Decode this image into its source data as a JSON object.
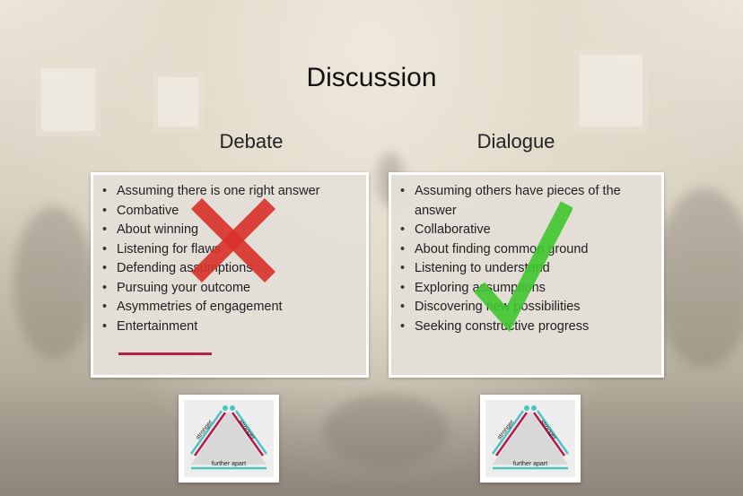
{
  "slide": {
    "title": "Discussion",
    "debate": {
      "heading": "Debate",
      "items": [
        "Assuming there is one right answer",
        "Combative",
        "About winning",
        "Listening for flaws",
        "Defending assumptions",
        "Pursuing your outcome",
        "Asymmetries of engagement",
        "Entertainment"
      ],
      "mark_icon": "red-x-icon",
      "accent_color": "#b21f3e"
    },
    "dialogue": {
      "heading": "Dialogue",
      "items": [
        "Assuming others have pieces of the answer",
        "Collaborative",
        "About finding common ground",
        "Listening to understand",
        "Exploring assumptions",
        "Discovering new possibilities",
        "Seeking constructive progress"
      ],
      "mark_icon": "green-check-icon",
      "check_color": "#3fc62f"
    },
    "diagram": {
      "label_left": "stronger",
      "label_right": "stronger",
      "label_bottom": "further apart",
      "arrow_colors": [
        "#b51a4a",
        "#4cc4c4"
      ]
    }
  }
}
